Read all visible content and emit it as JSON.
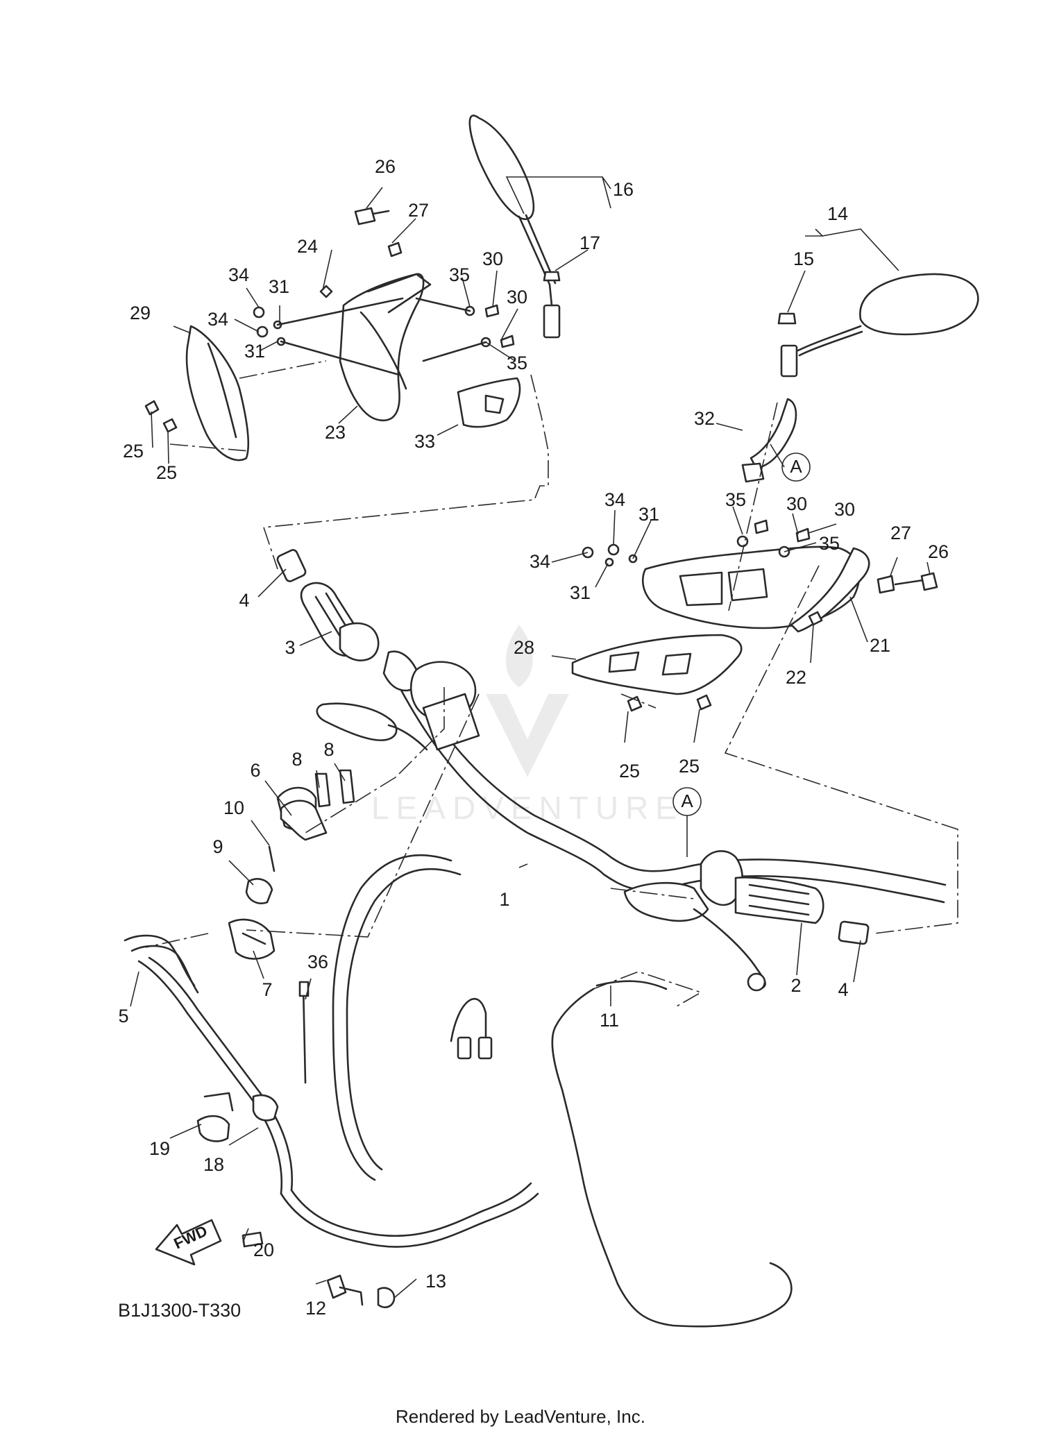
{
  "diagram": {
    "code": "B1J1300-T330",
    "footer": "Rendered by LeadVenture, Inc.",
    "watermark": "LEADVENTURE",
    "fwd_label": "FWD",
    "reference_marker": "A",
    "callouts": [
      {
        "label": "1"
      },
      {
        "label": "2"
      },
      {
        "label": "3"
      },
      {
        "label": "4"
      },
      {
        "label": "4"
      },
      {
        "label": "5"
      },
      {
        "label": "6"
      },
      {
        "label": "7"
      },
      {
        "label": "8"
      },
      {
        "label": "8"
      },
      {
        "label": "9"
      },
      {
        "label": "10"
      },
      {
        "label": "11"
      },
      {
        "label": "12"
      },
      {
        "label": "13"
      },
      {
        "label": "14"
      },
      {
        "label": "15"
      },
      {
        "label": "16"
      },
      {
        "label": "17"
      },
      {
        "label": "18"
      },
      {
        "label": "19"
      },
      {
        "label": "20"
      },
      {
        "label": "21"
      },
      {
        "label": "22"
      },
      {
        "label": "23"
      },
      {
        "label": "24"
      },
      {
        "label": "25"
      },
      {
        "label": "25"
      },
      {
        "label": "25"
      },
      {
        "label": "25"
      },
      {
        "label": "26"
      },
      {
        "label": "26"
      },
      {
        "label": "27"
      },
      {
        "label": "27"
      },
      {
        "label": "28"
      },
      {
        "label": "29"
      },
      {
        "label": "30"
      },
      {
        "label": "30"
      },
      {
        "label": "30"
      },
      {
        "label": "30"
      },
      {
        "label": "31"
      },
      {
        "label": "31"
      },
      {
        "label": "31"
      },
      {
        "label": "31"
      },
      {
        "label": "32"
      },
      {
        "label": "33"
      },
      {
        "label": "34"
      },
      {
        "label": "34"
      },
      {
        "label": "34"
      },
      {
        "label": "34"
      },
      {
        "label": "35"
      },
      {
        "label": "35"
      },
      {
        "label": "35"
      },
      {
        "label": "35"
      },
      {
        "label": "36"
      }
    ]
  }
}
